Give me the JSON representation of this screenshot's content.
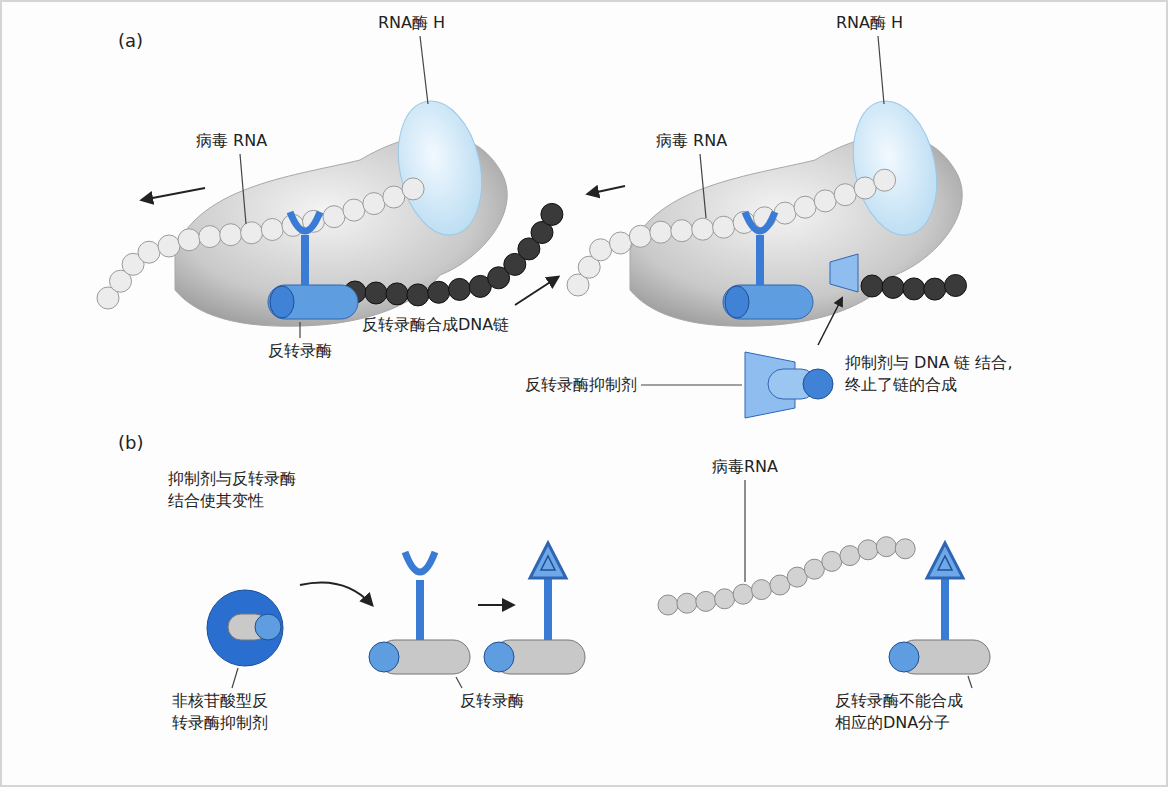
{
  "diagram": {
    "labels": [
      "(a)",
      "RNA酶 H",
      "RNA酶 H",
      "病毒 RNA",
      "病毒 RNA",
      "反转录酶合成DNA链",
      "反转录酶",
      "抑制剂与 DNA 链 结合,终止了链的合成",
      "反转录酶抑制剂",
      "(b)",
      "抑制剂与反转录酶 结合使其变性",
      "病毒RNA",
      "非核苷酸型反 转录酶抑制剂",
      "反转录酶",
      "反转录酶不能合成 相应的DNA分子"
    ]
  }
}
